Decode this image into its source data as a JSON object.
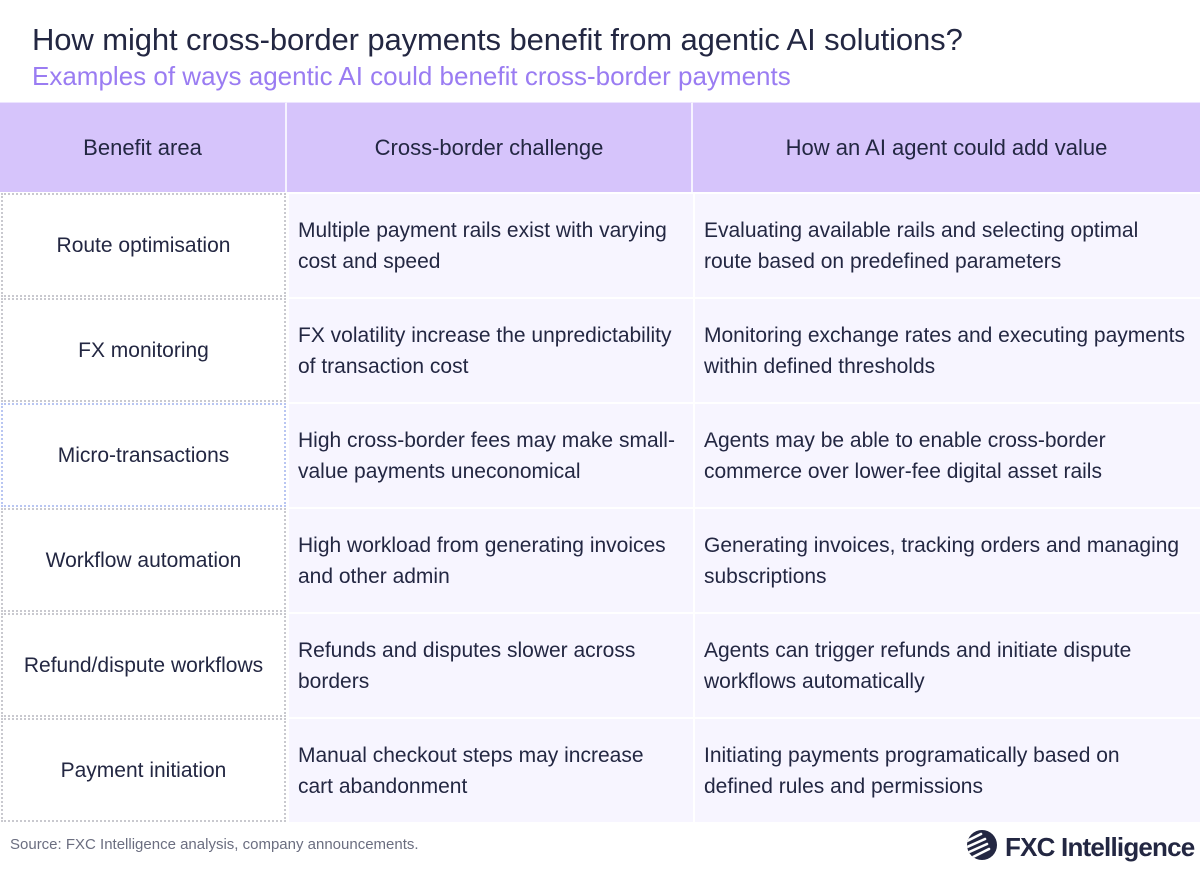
{
  "header": {
    "title": "How might cross-border payments benefit from agentic AI solutions?",
    "subtitle": "Examples of ways agentic AI could benefit cross-border payments"
  },
  "colors": {
    "title": "#232742",
    "subtitle": "#9a7cf2",
    "header_fill": "#d6c4fb",
    "body_fill": "#f7f5ff",
    "first_col_fill": "#ffffff",
    "brand": "#232742"
  },
  "chart_data": {
    "type": "table",
    "title": "How might cross-border payments benefit from agentic AI solutions?",
    "subtitle": "Examples of ways agentic AI could benefit cross-border payments",
    "columns": [
      "Benefit area",
      "Cross-border challenge",
      "How an AI agent could add value"
    ],
    "rows": [
      [
        "Route optimisation",
        "Multiple payment rails exist with varying cost and speed",
        "Evaluating available rails and selecting optimal route based on predefined parameters"
      ],
      [
        "FX monitoring",
        "FX volatility increase the unpredictability of transaction cost",
        "Monitoring exchange rates and executing payments within defined thresholds"
      ],
      [
        "Micro-transactions",
        "High cross-border fees may make small-value payments uneconomical",
        "Agents may be able to enable cross-border commerce over lower-fee digital asset rails"
      ],
      [
        "Workflow automation",
        "High workload from generating invoices and other admin",
        "Generating invoices, tracking orders and managing subscriptions"
      ],
      [
        "Refund/dispute workflows",
        "Refunds and disputes slower across borders",
        "Agents can trigger refunds and initiate dispute workflows automatically"
      ],
      [
        "Payment initiation",
        "Manual checkout steps may increase cart abandonment",
        "Initiating payments programatically based on defined rules and permissions"
      ]
    ]
  },
  "table": {
    "headers": [
      "Benefit area",
      "Cross-border challenge",
      "How an AI agent could add value"
    ],
    "rows": [
      {
        "area": "Route optimisation",
        "challenge": "Multiple payment rails exist with varying cost and speed",
        "value": "Evaluating available rails and selecting optimal route based on predefined parameters"
      },
      {
        "area": "FX monitoring",
        "challenge": "FX volatility increase the unpredictability of transaction cost",
        "value": "Monitoring exchange rates and executing payments within defined thresholds"
      },
      {
        "area": "Micro-transactions",
        "challenge": "High cross-border fees may make small-value payments uneconomical",
        "value": "Agents may be able to enable cross-border commerce over lower-fee digital asset rails"
      },
      {
        "area": "Workflow automation",
        "challenge": "High workload from generating invoices and other admin",
        "value": "Generating invoices, tracking orders and managing subscriptions"
      },
      {
        "area": "Refund/dispute workflows",
        "challenge": "Refunds and disputes slower across borders",
        "value": "Agents can trigger refunds and initiate dispute workflows automatically"
      },
      {
        "area": "Payment initiation",
        "challenge": "Manual checkout steps may increase cart abandonment",
        "value": "Initiating payments programatically based on defined rules and permissions"
      }
    ]
  },
  "footer": {
    "source": "Source: FXC Intelligence analysis, company announcements.",
    "logo_text": "FXC Intelligence",
    "logo_icon": "fxc-globe-stripes-icon"
  }
}
